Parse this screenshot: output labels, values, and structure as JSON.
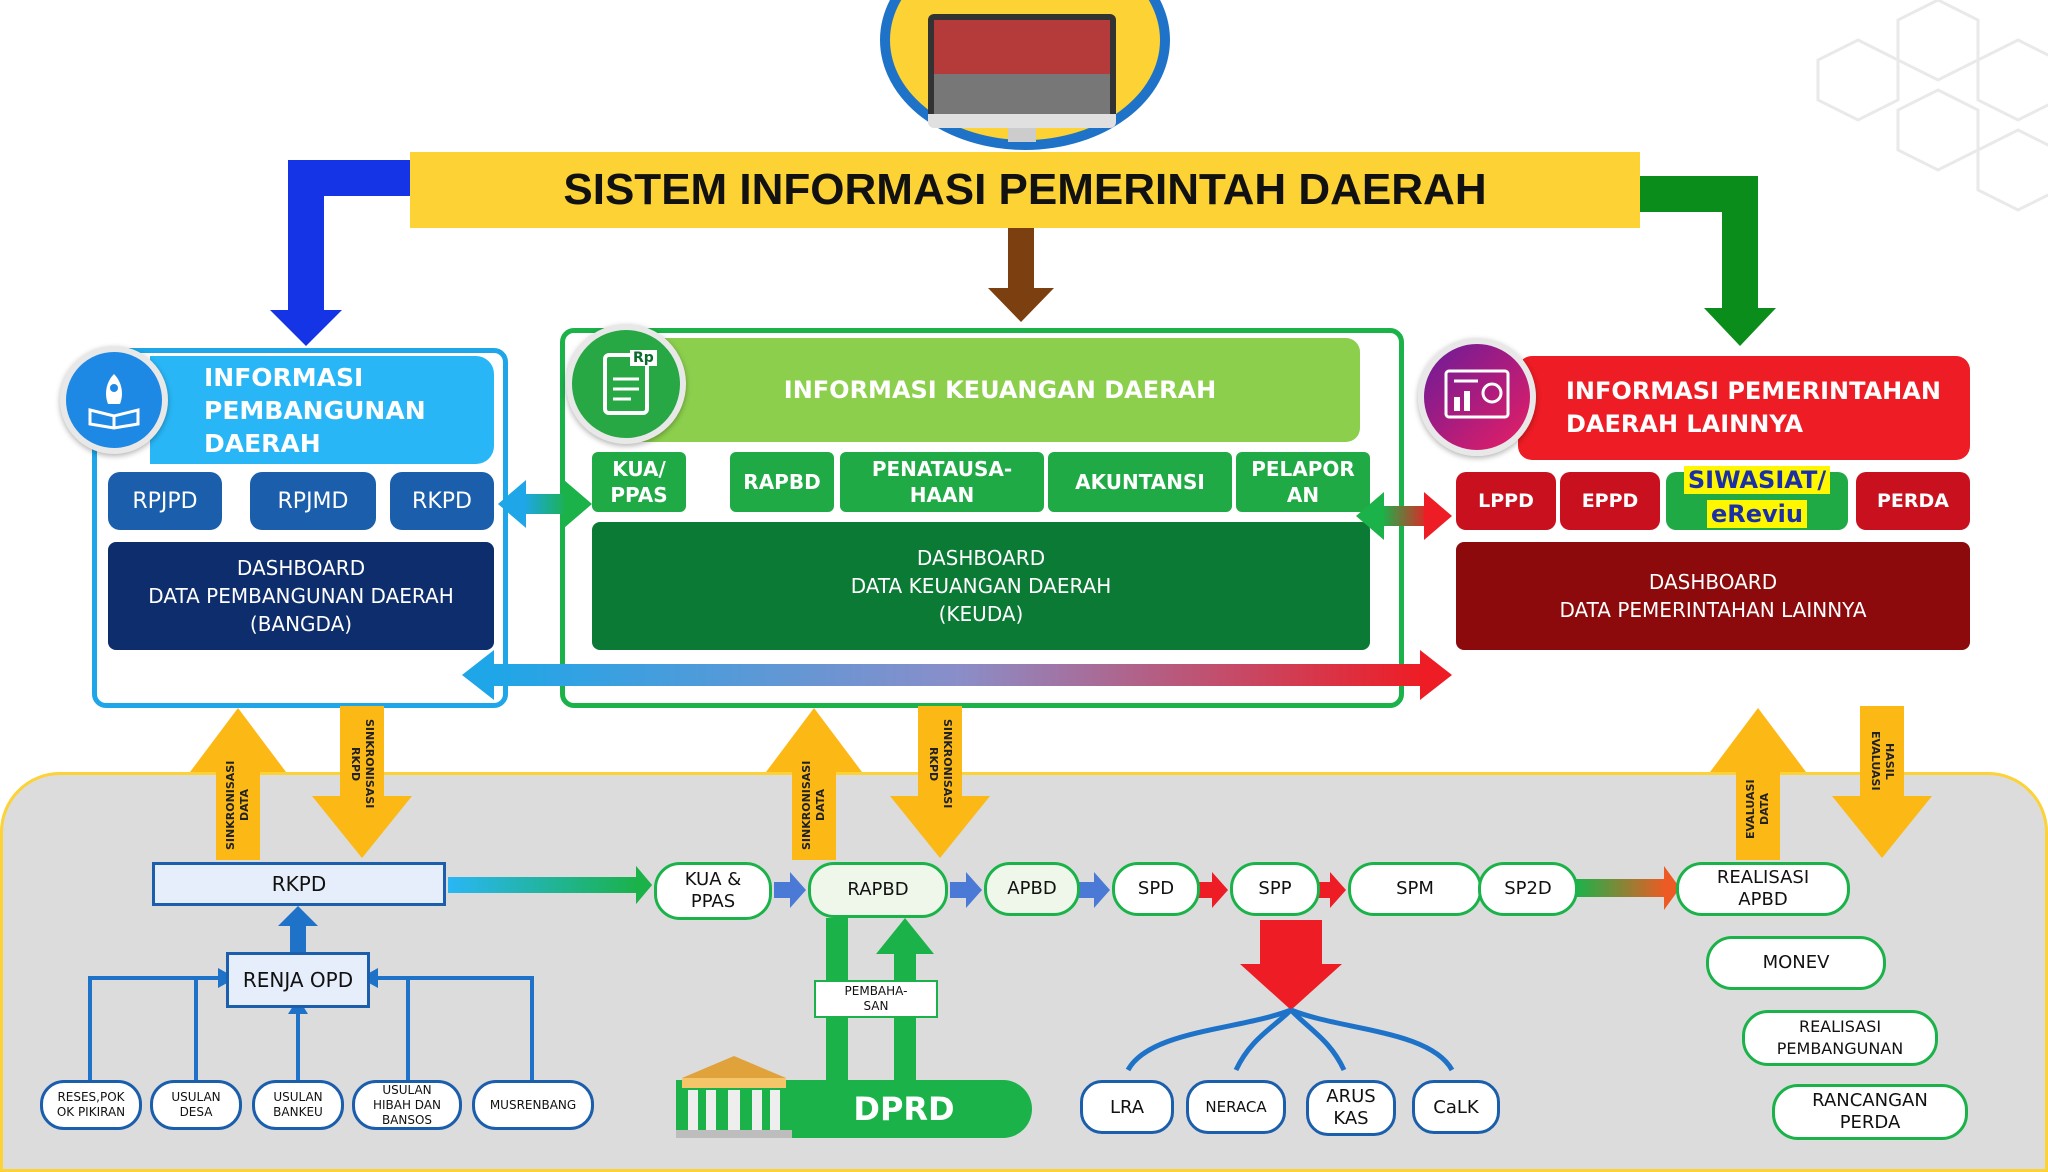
{
  "title": "SISTEM INFORMASI PEMERINTAH DAERAH",
  "bangda": {
    "header": [
      "INFORMASI",
      "PEMBANGUNAN",
      "DAERAH"
    ],
    "items": [
      "RPJPD",
      "RPJMD",
      "RKPD"
    ],
    "dashboard": [
      "DASHBOARD",
      "DATA PEMBANGUNAN DAERAH",
      "(BANGDA)"
    ]
  },
  "keuda": {
    "header": "INFORMASI KEUANGAN DAERAH",
    "icon_text": "Rp",
    "items": [
      [
        "KUA/",
        "PPAS"
      ],
      [
        "RAPBD"
      ],
      [
        "PENATAUSA-",
        "HAAN"
      ],
      [
        "AKUNTANSI"
      ],
      [
        "PELAPOR",
        "AN"
      ]
    ],
    "dashboard": [
      "DASHBOARD",
      "DATA KEUANGAN DAERAH",
      "(KEUDA)"
    ]
  },
  "lain": {
    "header": [
      "INFORMASI PEMERINTAHAN",
      "DAERAH LAINNYA"
    ],
    "items": [
      "LPPD",
      "EPPD",
      "PERDA"
    ],
    "siwasiat": [
      "SIWASIAT/",
      "eReviu"
    ],
    "dashboard": [
      "DASHBOARD",
      "DATA PEMERINTAHAN LAINNYA"
    ]
  },
  "sync": {
    "bangda_up": [
      "SINKRONISASI",
      "DATA"
    ],
    "bangda_down": [
      "SINKRONISASI",
      "RKPD"
    ],
    "keuda_up": [
      "SINKRONISASI",
      "DATA"
    ],
    "keuda_down": [
      "SINKRONISASI",
      "RKPD"
    ],
    "lain_up": [
      "EVALUASI",
      "DATA"
    ],
    "lain_down": [
      "HASIL",
      "EVALUASI"
    ]
  },
  "flow": {
    "rkpd": "RKPD",
    "renja": "RENJA OPD",
    "kua": [
      "KUA &",
      "PPAS"
    ],
    "rapbd": "RAPBD",
    "apbd": "APBD",
    "spd": "SPD",
    "spp": "SPP",
    "spm": "SPM",
    "sp2d": "SP2D",
    "realisasi": [
      "REALISASI",
      "APBD"
    ],
    "monev": "MONEV",
    "realisasi_pemb": [
      "REALISASI",
      "PEMBANGUNAN"
    ],
    "rancangan": [
      "RANCANGAN",
      "PERDA"
    ],
    "pembahasan": [
      "PEMBAHA-",
      "SAN"
    ],
    "dprd": "DPRD"
  },
  "sources": [
    [
      "RESES,POK",
      "OK PIKIRAN"
    ],
    [
      "USULAN",
      "DESA"
    ],
    [
      "USULAN",
      "BANKEU"
    ],
    [
      "USULAN",
      "HIBAH DAN",
      "BANSOS"
    ],
    [
      "MUSRENBANG"
    ]
  ],
  "reports": [
    [
      "LRA"
    ],
    [
      "NERACA"
    ],
    [
      "ARUS",
      "KAS"
    ],
    [
      "CaLK"
    ]
  ],
  "colors": {
    "yellow": "#fcd235",
    "blue": "#1ea6e8",
    "green": "#1bb24a",
    "red": "#ee1c24",
    "navy": "#1b5eab",
    "brown": "#7b3f10"
  }
}
